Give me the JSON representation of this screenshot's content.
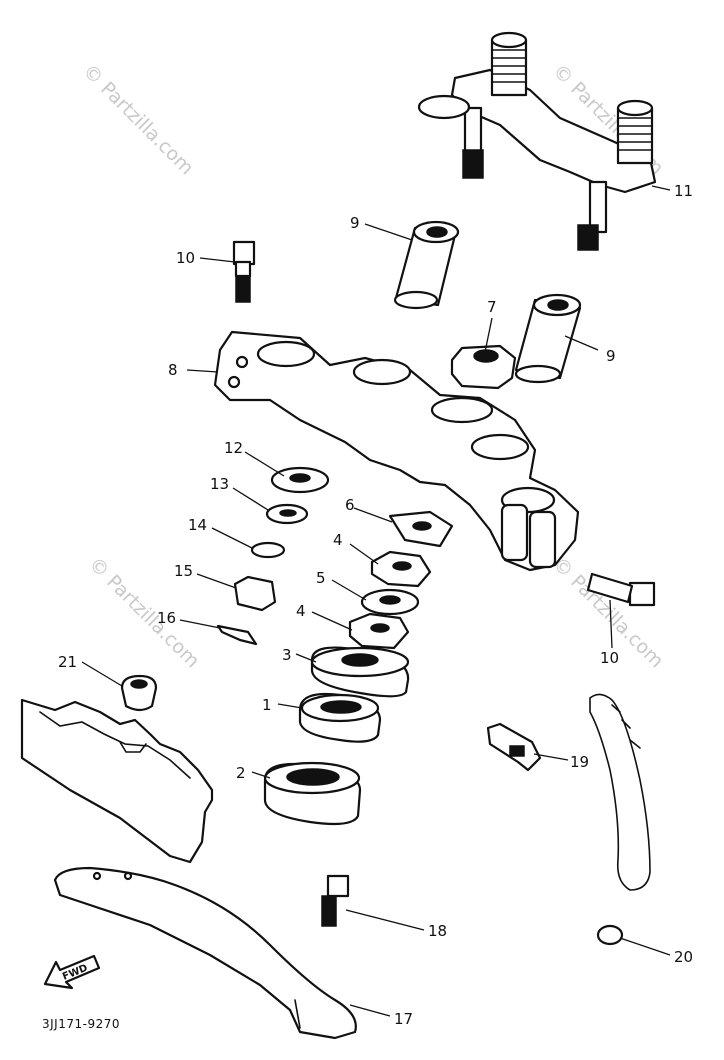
{
  "watermark": "© Partzilla.com",
  "diagram_code": "3JJ171-9270",
  "fwd_label": "FWD",
  "callouts": [
    "1",
    "2",
    "3",
    "4",
    "4",
    "5",
    "6",
    "7",
    "8",
    "9",
    "9",
    "10",
    "10",
    "11",
    "12",
    "13",
    "14",
    "15",
    "16",
    "17",
    "18",
    "19",
    "20",
    "21"
  ]
}
